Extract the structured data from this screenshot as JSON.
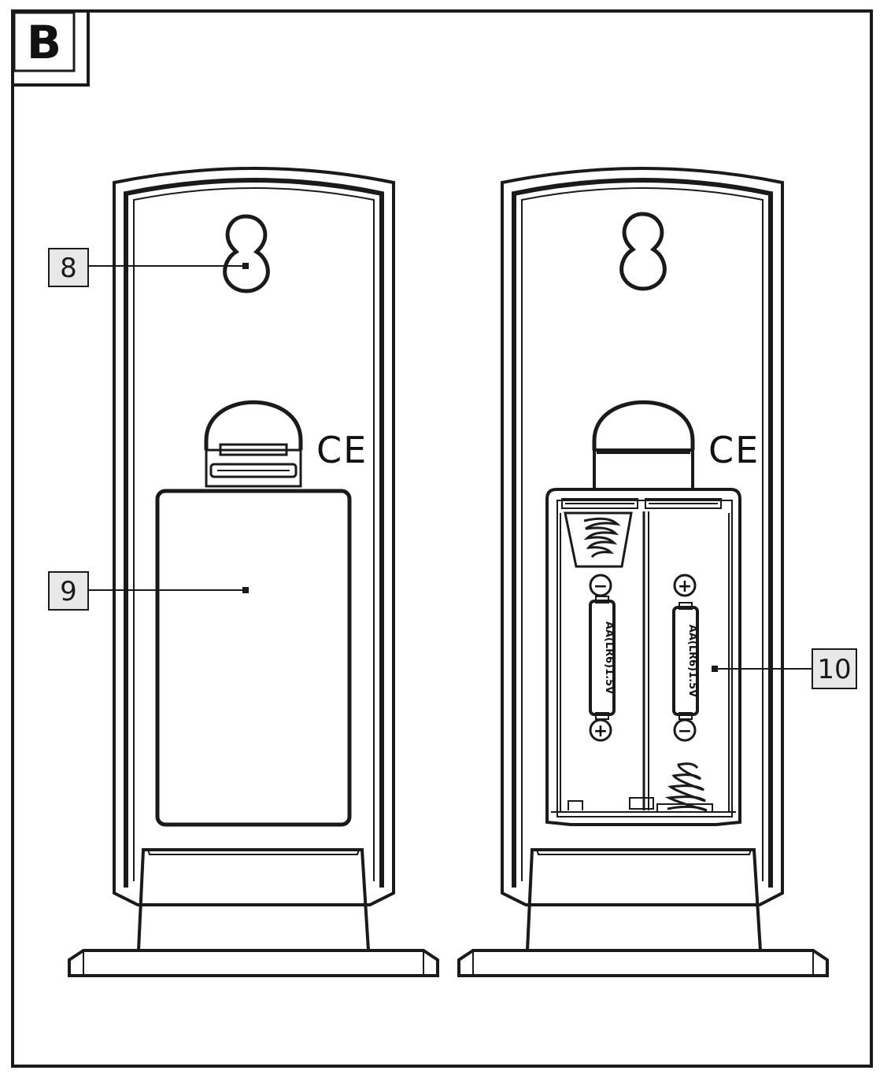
{
  "panel_label": "B",
  "ce_mark": "CE",
  "callouts": [
    {
      "id": "8",
      "label": "8",
      "target": "keyhole-mount"
    },
    {
      "id": "9",
      "label": "9",
      "target": "battery-cover"
    },
    {
      "id": "10",
      "label": "10",
      "target": "battery-compartment"
    }
  ],
  "battery_label": "AA(LR6)1.5V",
  "polarity": {
    "plus": "+",
    "minus": "−"
  },
  "colors": {
    "line": "#1a1a1a",
    "callout_fill": "#e8e8e8",
    "background": "#ffffff"
  }
}
